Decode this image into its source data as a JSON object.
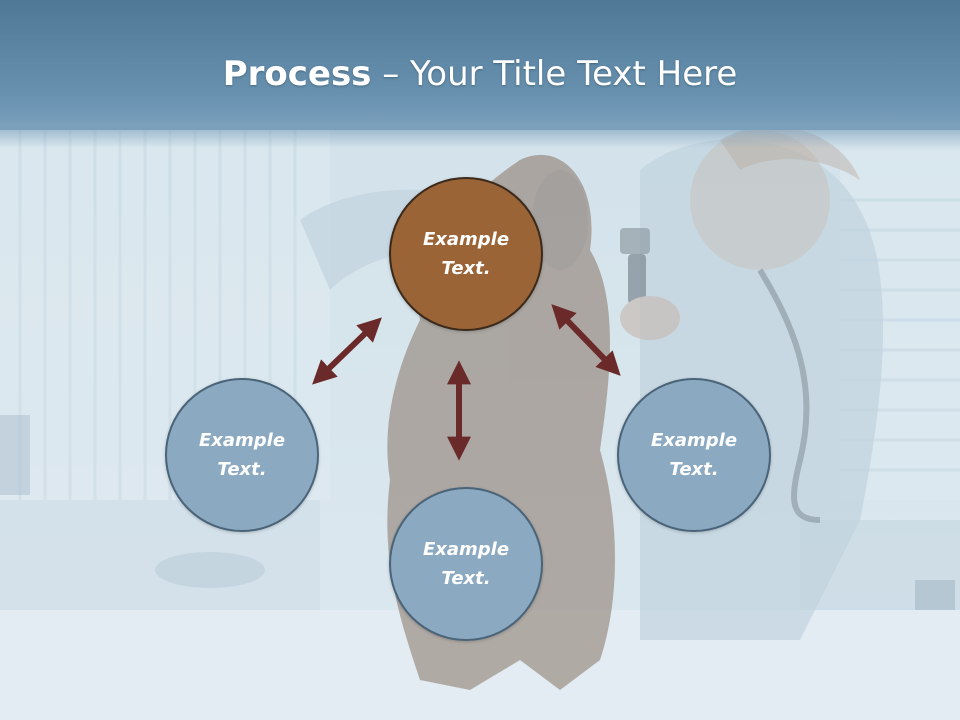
{
  "title": {
    "bold": "Process",
    "rest": " – Your Title Text Here"
  },
  "nodes": {
    "top": "Example\nText.",
    "left": "Example\nText.",
    "right": "Example\nText.",
    "bottom": "Example\nText."
  },
  "colors": {
    "header": "#5f89a8",
    "node_highlight": "#9a6436",
    "node_default": "#8ba9c1",
    "arrow": "#6b2a2a"
  }
}
